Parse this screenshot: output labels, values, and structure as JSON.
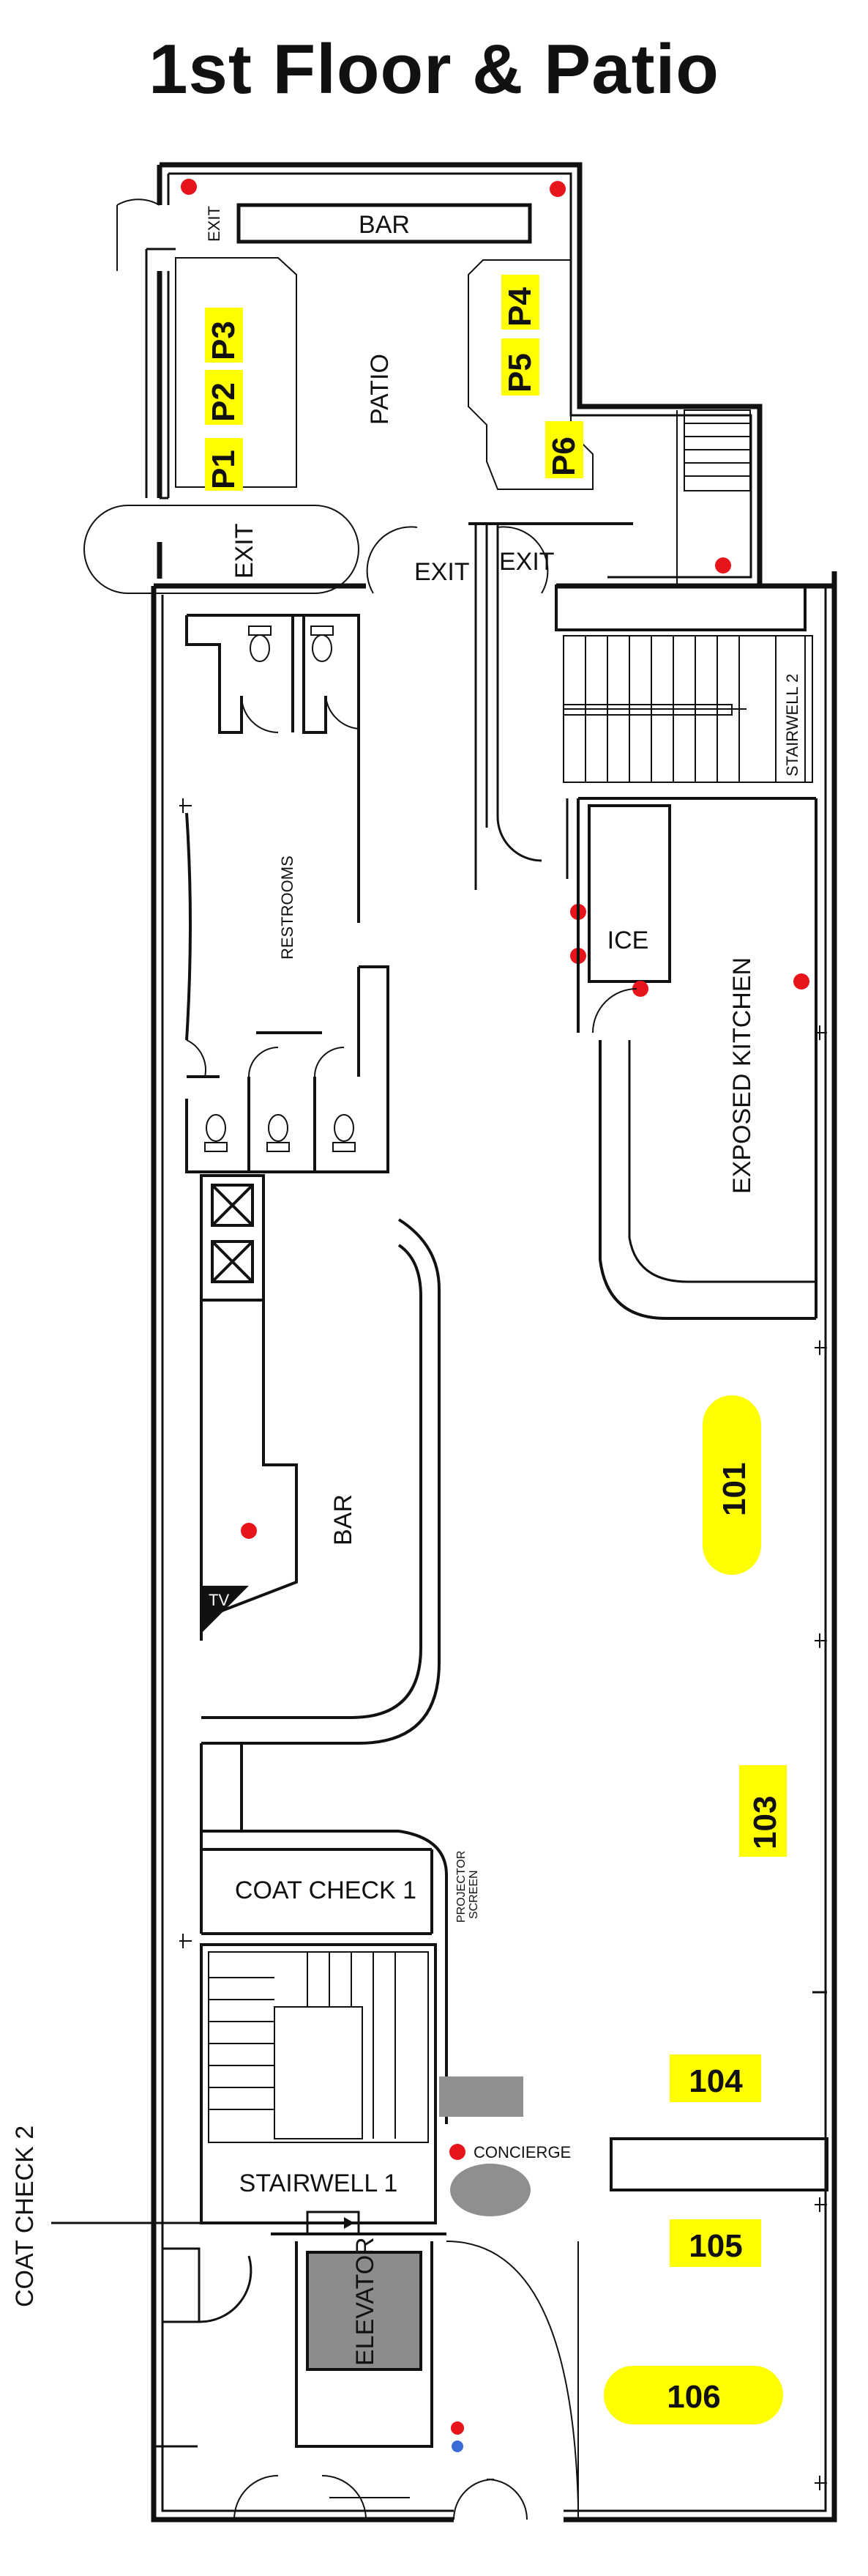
{
  "title": "1st Floor & Patio",
  "labels": {
    "bar_patio": "BAR",
    "patio": "PATIO",
    "exit_top_left": "EXIT",
    "exit_left": "EXIT",
    "exit_mid1": "EXIT",
    "exit_mid2": "EXIT",
    "stairwell2": "STAIRWELL 2",
    "restrooms": "RESTROOMS",
    "ice": "ICE",
    "exposed_kitchen": "EXPOSED KITCHEN",
    "bar_main": "BAR",
    "tv": "TV",
    "coat_check1": "COAT CHECK 1",
    "projector1": "PROJECTOR",
    "projector2": "SCREEN",
    "stairwell1": "STAIRWELL 1",
    "concierge": "CONCIERGE",
    "coat_check2": "COAT CHECK 2",
    "elevator": "ELEVATOR"
  },
  "areas": {
    "p1": "P1",
    "p2": "P2",
    "p3": "P3",
    "p4": "P4",
    "p5": "P5",
    "p6": "P6",
    "r101": "101",
    "r103": "103",
    "r104": "104",
    "r105": "105",
    "r106": "106"
  },
  "colors": {
    "highlight": "#ffff00",
    "marker_red": "#e8141c",
    "marker_blue": "#3a6bd6",
    "wall": "#111111",
    "elevator_fill": "#8c8c8c",
    "concierge_fill": "#8f8f8f"
  }
}
